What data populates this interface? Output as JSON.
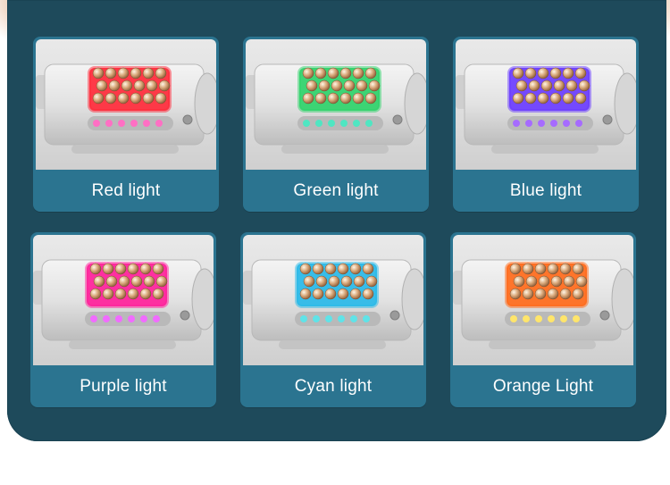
{
  "cards": [
    {
      "label": "Red light",
      "glow": "#ff2a3a",
      "leds": "#ff6fc4"
    },
    {
      "label": "Green light",
      "glow": "#2fd36a",
      "leds": "#4fe6c2"
    },
    {
      "label": "Blue light",
      "glow": "#6a3cff",
      "leds": "#a66bff"
    },
    {
      "label": "Purple light",
      "glow": "#ff1f9a",
      "leds": "#f16bff"
    },
    {
      "label": "Cyan light",
      "glow": "#28b9e8",
      "leds": "#5fe3e8"
    },
    {
      "label": "Orange Light",
      "glow": "#ff6a1a",
      "leds": "#ffe56a"
    }
  ],
  "colors": {
    "panel": "#1e4a5b",
    "card_label_bg": "#2b7490"
  }
}
